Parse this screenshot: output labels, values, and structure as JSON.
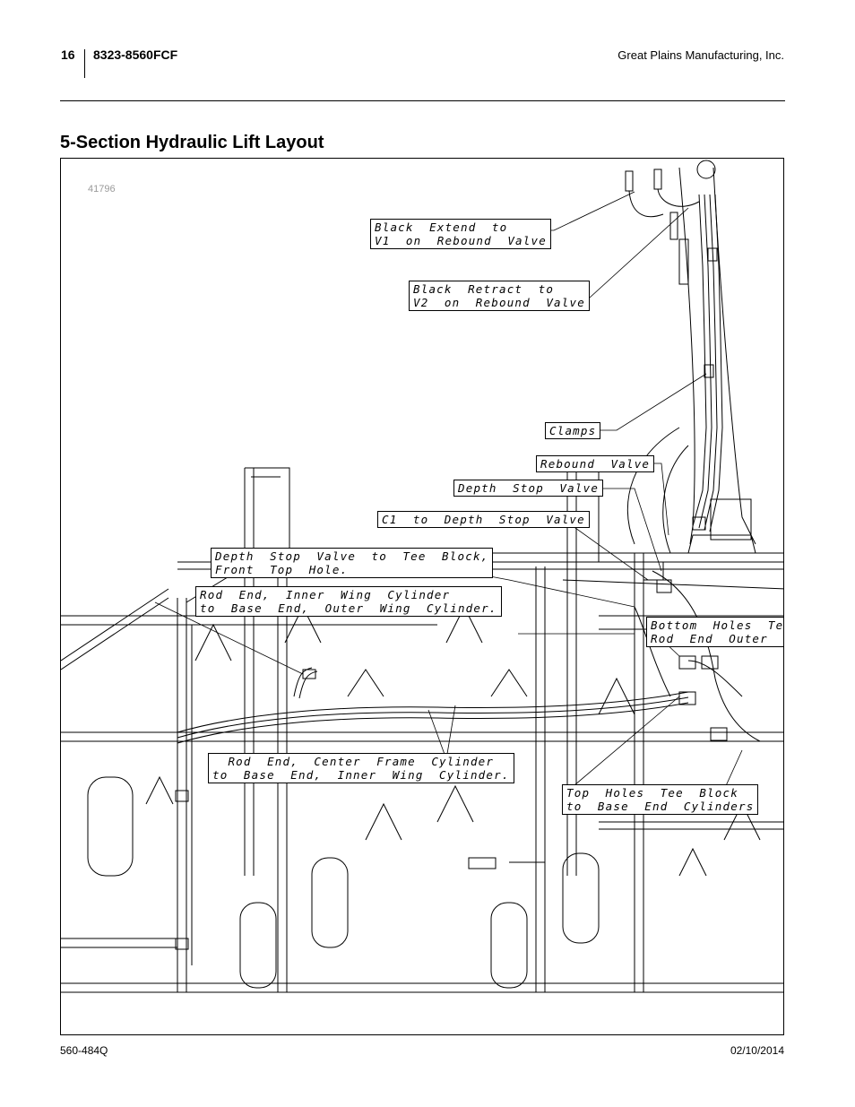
{
  "header": {
    "page_number": "16",
    "document": "8323-8560FCF",
    "company": "Great Plains Manufacturing, Inc."
  },
  "title": "5-Section Hydraulic Lift Layout",
  "figure": {
    "number": "41796",
    "callouts": [
      {
        "id": "black-extend",
        "lines": [
          "Black  Extend  to",
          "V1  on  Rebound  Valve"
        ]
      },
      {
        "id": "black-retract",
        "lines": [
          "Black  Retract  to",
          "V2  on  Rebound  Valve"
        ]
      },
      {
        "id": "clamps",
        "lines": [
          "Clamps"
        ]
      },
      {
        "id": "rebound-valve",
        "lines": [
          "Rebound  Valve"
        ]
      },
      {
        "id": "depth-stop-valve",
        "lines": [
          "Depth  Stop  Valve"
        ]
      },
      {
        "id": "c1-depth-stop",
        "lines": [
          "C1  to  Depth  Stop  Valve"
        ]
      },
      {
        "id": "depth-stop-tee",
        "lines": [
          "Depth  Stop  Valve  to  Tee  Block,",
          "Front  Top  Hole."
        ]
      },
      {
        "id": "rod-end-inner-wing",
        "lines": [
          "Rod  End,  Inner  Wing  Cylinder",
          "to  Base  End,  Outer  Wing  Cylinder."
        ]
      },
      {
        "id": "bottom-holes-tee",
        "lines": [
          "Bottom  Holes  Te",
          "Rod  End  Outer"
        ]
      },
      {
        "id": "rod-end-center-frame",
        "lines": [
          "  Rod  End,  Center  Frame  Cylinder",
          "to  Base  End,  Inner  Wing  Cylinder."
        ]
      },
      {
        "id": "top-holes-tee",
        "lines": [
          "Top  Holes  Tee  Block",
          "to  Base  End  Cylinders"
        ]
      }
    ]
  },
  "footer": {
    "part_number": "560-484Q",
    "date": "02/10/2014"
  }
}
